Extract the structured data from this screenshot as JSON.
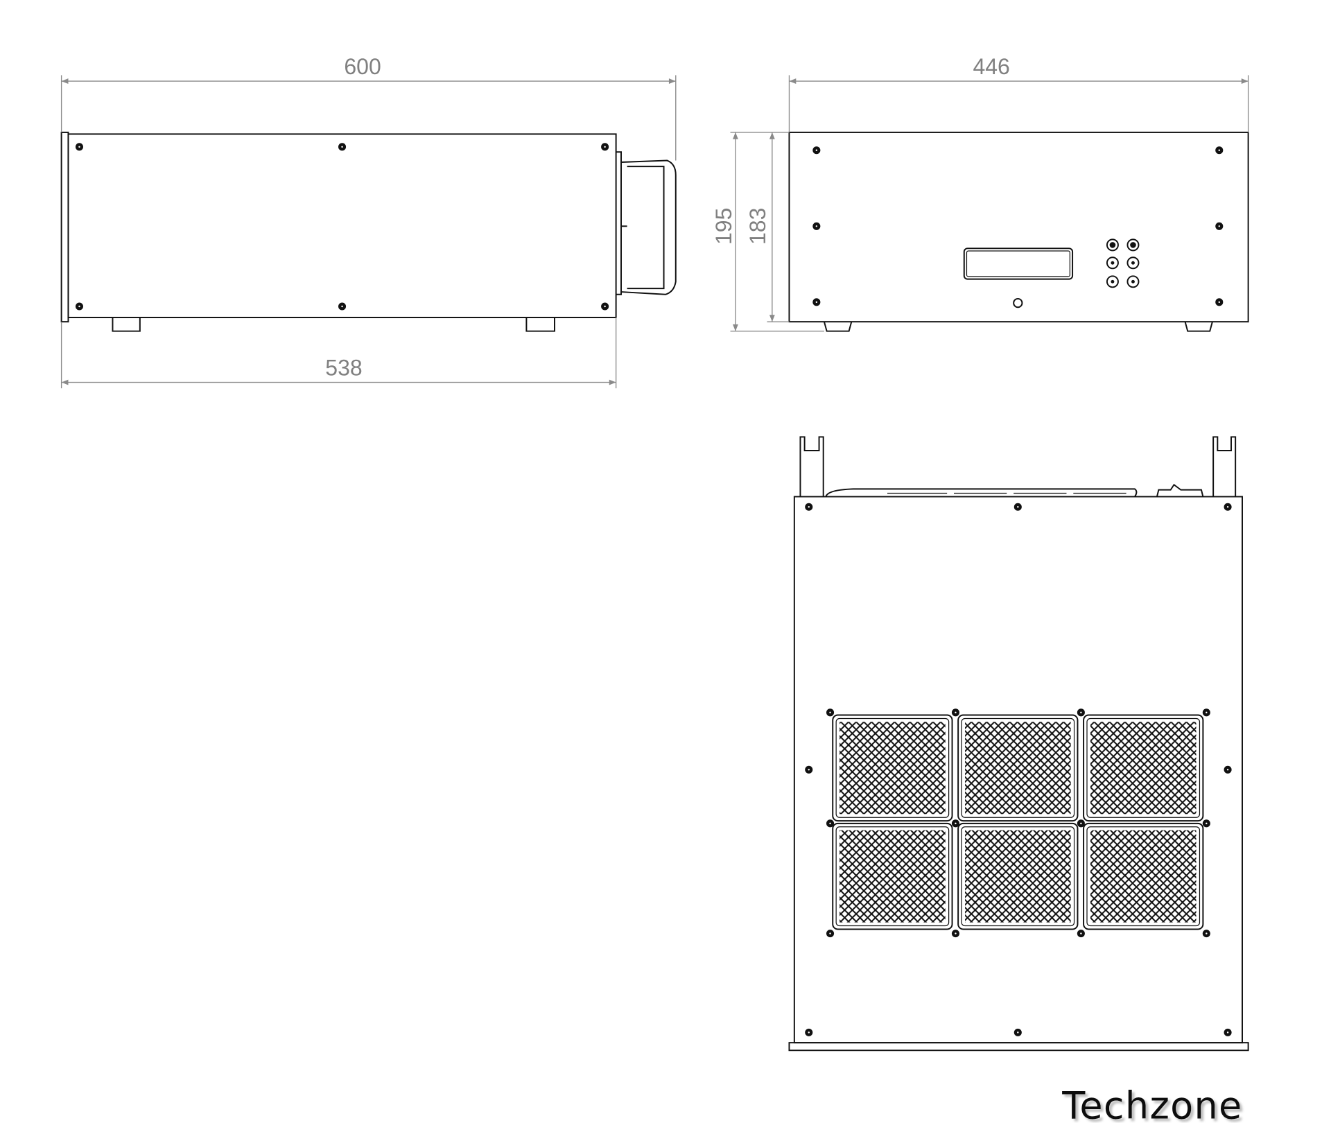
{
  "dimensions": {
    "side_length_overall": "600",
    "side_length_body": "538",
    "front_width": "446",
    "front_height_overall": "195",
    "front_height_body": "183"
  },
  "logo": {
    "text": "Techzone"
  },
  "colors": {
    "line": "#111111",
    "dimension": "#808080"
  }
}
